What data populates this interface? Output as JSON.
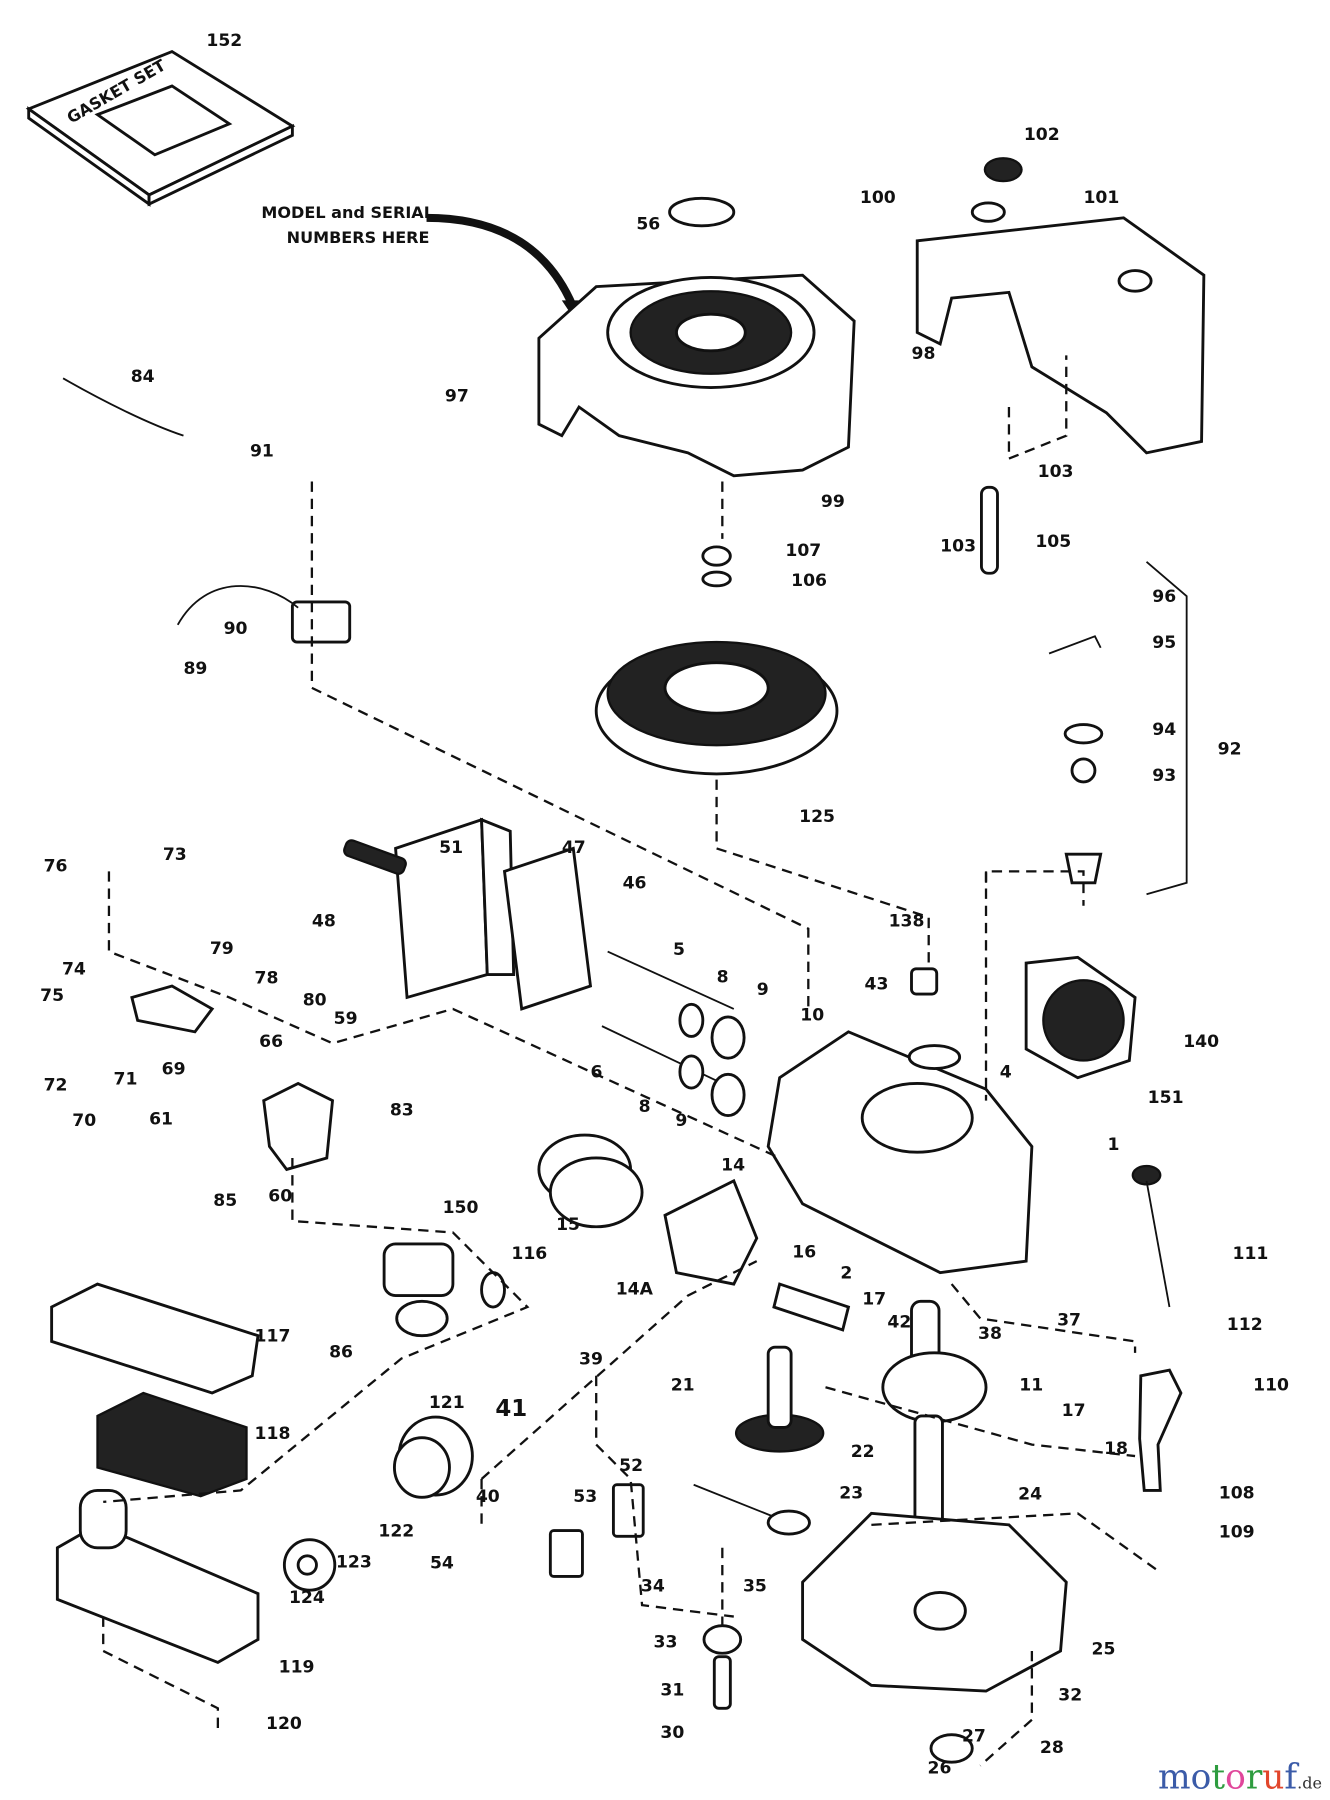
{
  "diagram": {
    "gasket_box_text": "GASKET SET",
    "note_lines": [
      "MODEL and SERIAL",
      "NUMBERS HERE"
    ],
    "part_labels": [
      "152",
      "56",
      "100",
      "102",
      "101",
      "98",
      "97",
      "84",
      "91",
      "99",
      "107",
      "106",
      "103",
      "105",
      "103",
      "96",
      "95",
      "90",
      "89",
      "94",
      "93",
      "92",
      "125",
      "76",
      "73",
      "51",
      "47",
      "46",
      "48",
      "79",
      "78",
      "138",
      "5",
      "74",
      "75",
      "8",
      "9",
      "43",
      "10",
      "140",
      "66",
      "80",
      "59",
      "69",
      "72",
      "71",
      "70",
      "6",
      "4",
      "8",
      "9",
      "151",
      "83",
      "61",
      "1",
      "14",
      "85",
      "60",
      "15",
      "150",
      "111",
      "16",
      "116",
      "2",
      "14A",
      "17",
      "42",
      "38",
      "37",
      "112",
      "86",
      "117",
      "39",
      "110",
      "21",
      "11",
      "17",
      "41",
      "121",
      "118",
      "22",
      "18",
      "52",
      "40",
      "53",
      "23",
      "24",
      "108",
      "109",
      "122",
      "54",
      "123",
      "124",
      "34",
      "35",
      "33",
      "25",
      "119",
      "31",
      "32",
      "120",
      "27",
      "28",
      "30",
      "26"
    ],
    "watermark": {
      "brand": "motoruf",
      "suffix": ".de",
      "letter_colors": [
        "#3b5ba8",
        "#3b5ba8",
        "#2e9c3f",
        "#e0489b",
        "#2e9c3f",
        "#e2462b",
        "#3b5ba8",
        "#f2b705"
      ]
    }
  }
}
